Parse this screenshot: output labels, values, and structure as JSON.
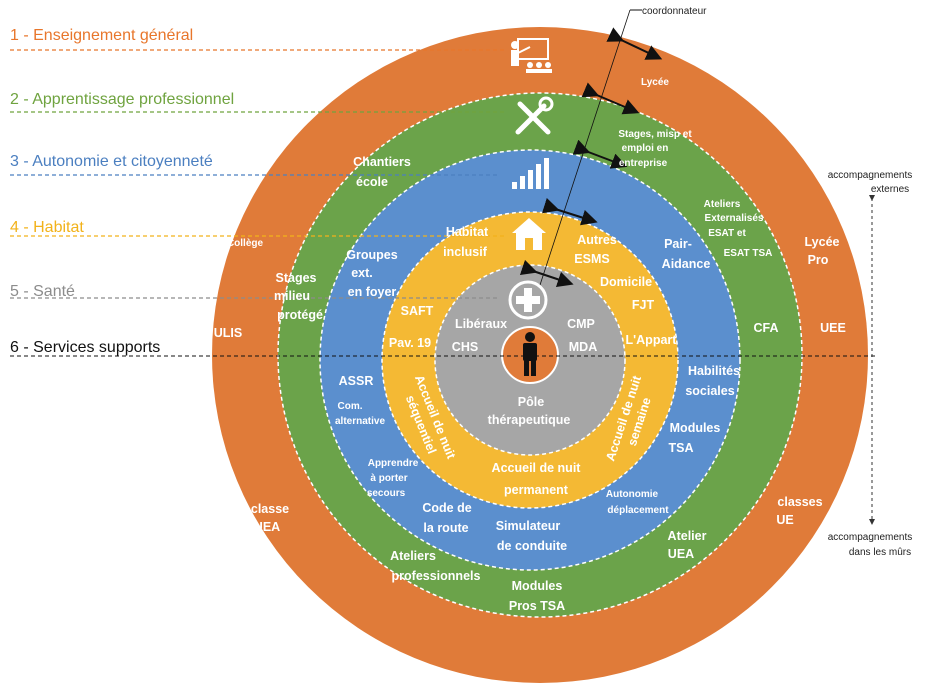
{
  "levels": {
    "l1": "1 - Enseignement général",
    "l2": "2 - Apprentissage professionnel",
    "l3": "3 - Autonomie et citoyenneté",
    "l4": "4 - Habitat",
    "l5": "5 - Santé",
    "l6": "6 - Services supports"
  },
  "annotations": {
    "coordonnateur": "coordonnateur",
    "ext_1": "accompagnements",
    "ext_2": "externes",
    "int_1": "accompagnements",
    "int_2": "dans les mûrs"
  },
  "orange": {
    "lycee": "Lycée",
    "college": "Collège",
    "lycee_pro_1": "Lycée",
    "lycee_pro_2": "Pro",
    "ulis": "ULIS",
    "uee": "UEE",
    "classe_uea_1": "classe",
    "classe_uea_2": "UEA",
    "classes_ue_1": "classes",
    "classes_ue_2": "UE"
  },
  "green": {
    "stages_1": "Stages, misp et",
    "stages_2": "emploi en",
    "stages_3": "entreprise",
    "ateliers_ext_1": "Ateliers",
    "ateliers_ext_2": "Externalisés",
    "ateliers_ext_3": "ESAT et",
    "ateliers_ext_4": "ESAT TSA",
    "stages_milieu_1": "Stages",
    "stages_milieu_2": "milieu",
    "stages_milieu_3": "protégé",
    "cfa": "CFA",
    "atelier_uea_1": "Atelier",
    "atelier_uea_2": "UEA",
    "ateliers_pro_1": "Ateliers",
    "ateliers_pro_2": "professionnels",
    "modules_pros_1": "Modules",
    "modules_pros_2": "Pros TSA"
  },
  "blue": {
    "chantiers_1": "Chantiers",
    "chantiers_2": "école",
    "groupes_1": "Groupes",
    "groupes_2": "ext.",
    "groupes_3": "en foyer",
    "pair_1": "Pair-",
    "pair_2": "Aidance",
    "assr": "ASSR",
    "com_1": "Com.",
    "com_2": "alternative",
    "habiletes_1": "Habilités",
    "habiletes_2": "sociales",
    "modules_tsa_1": "Modules",
    "modules_tsa_2": "TSA",
    "apprendre_1": "Apprendre",
    "apprendre_2": "à porter",
    "apprendre_3": "secours",
    "code_1": "Code de",
    "code_2": "la route",
    "simulateur_1": "Simulateur",
    "simulateur_2": "de conduite",
    "autonomie_1": "Autonomie",
    "autonomie_2": "déplacement"
  },
  "yellow": {
    "habitat_inclusif_1": "Habitat",
    "habitat_inclusif_2": "inclusif",
    "autres_esms_1": "Autres",
    "autres_esms_2": "ESMS",
    "domicile": "Domicile",
    "fjt": "FJT",
    "saft": "SAFT",
    "pav19": "Pav. 19",
    "lappart": "L'Appart",
    "seq_1": "Accueil de nuit",
    "seq_2": "séquentiel",
    "sem_1": "Accueil de nuit",
    "sem_2": "semaine",
    "perm_1": "Accueil de nuit",
    "perm_2": "permanent"
  },
  "grey": {
    "liberaux": "Libéraux",
    "cmp": "CMP",
    "chs": "CHS",
    "mda": "MDA",
    "pole_1": "Pôle",
    "pole_2": "thérapeutique"
  },
  "colors": {
    "orange": "#E07B39",
    "green": "#6BA34A",
    "blue": "#5B8FCE",
    "yellow": "#F4B934",
    "grey": "#A6A6A6",
    "level_orange": "#E8762B",
    "level_green": "#6FA33F",
    "level_blue": "#4B7FC0",
    "level_yellow": "#F2B21A",
    "level_grey": "#8C8C8C",
    "level_black": "#111111"
  }
}
